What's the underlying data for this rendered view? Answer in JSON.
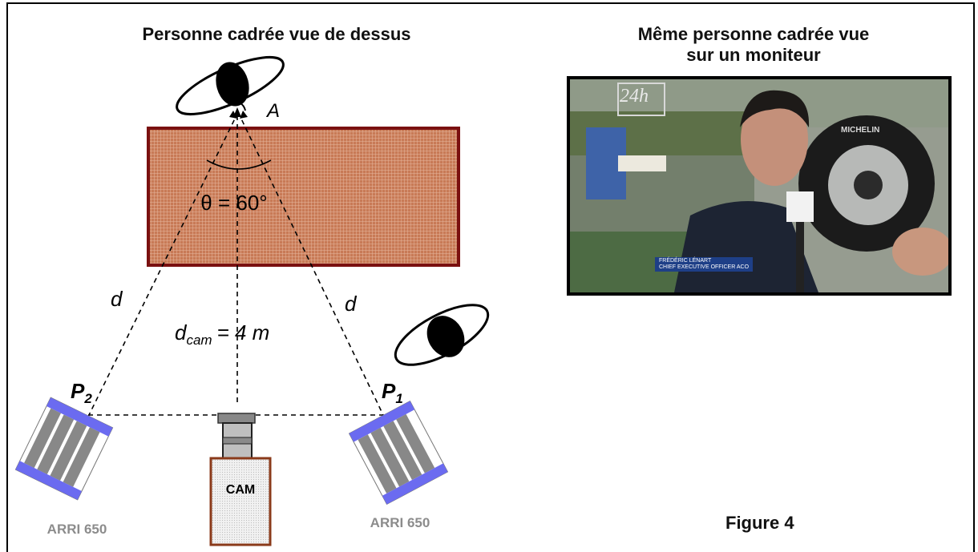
{
  "left_title": "Personne cadrée vue de dessus",
  "right_title_line1": "Même personne cadrée vue",
  "right_title_line2": "sur un moniteur",
  "angle_label": "θ = 60°",
  "point_a": "A",
  "distance_left": "d",
  "distance_right": "d",
  "dcam_main": "d",
  "dcam_sub": "cam",
  "dcam_value": "= 4 m",
  "p2_main": "P",
  "p2_sub": "2",
  "p1_main": "P",
  "p1_sub": "1",
  "camera_label": "CAM",
  "light_left_label": "ARRI 650",
  "light_right_label": "ARRI 650",
  "monitor": {
    "caption_name": "FRÉDÉRIC LÉNART",
    "caption_role": "CHIEF EXECUTIVE OFFICER ACO",
    "logo_text": "24h",
    "tyre_brand": "MICHELIN"
  },
  "figure_caption": "Figure 4",
  "colors": {
    "floor_fill": "#c87a56",
    "floor_border": "#7a1010",
    "light_band": "#6b6bf0",
    "light_body": "#888888",
    "camera_border": "#8a3a1a",
    "text_grey": "#8c8c8c"
  }
}
